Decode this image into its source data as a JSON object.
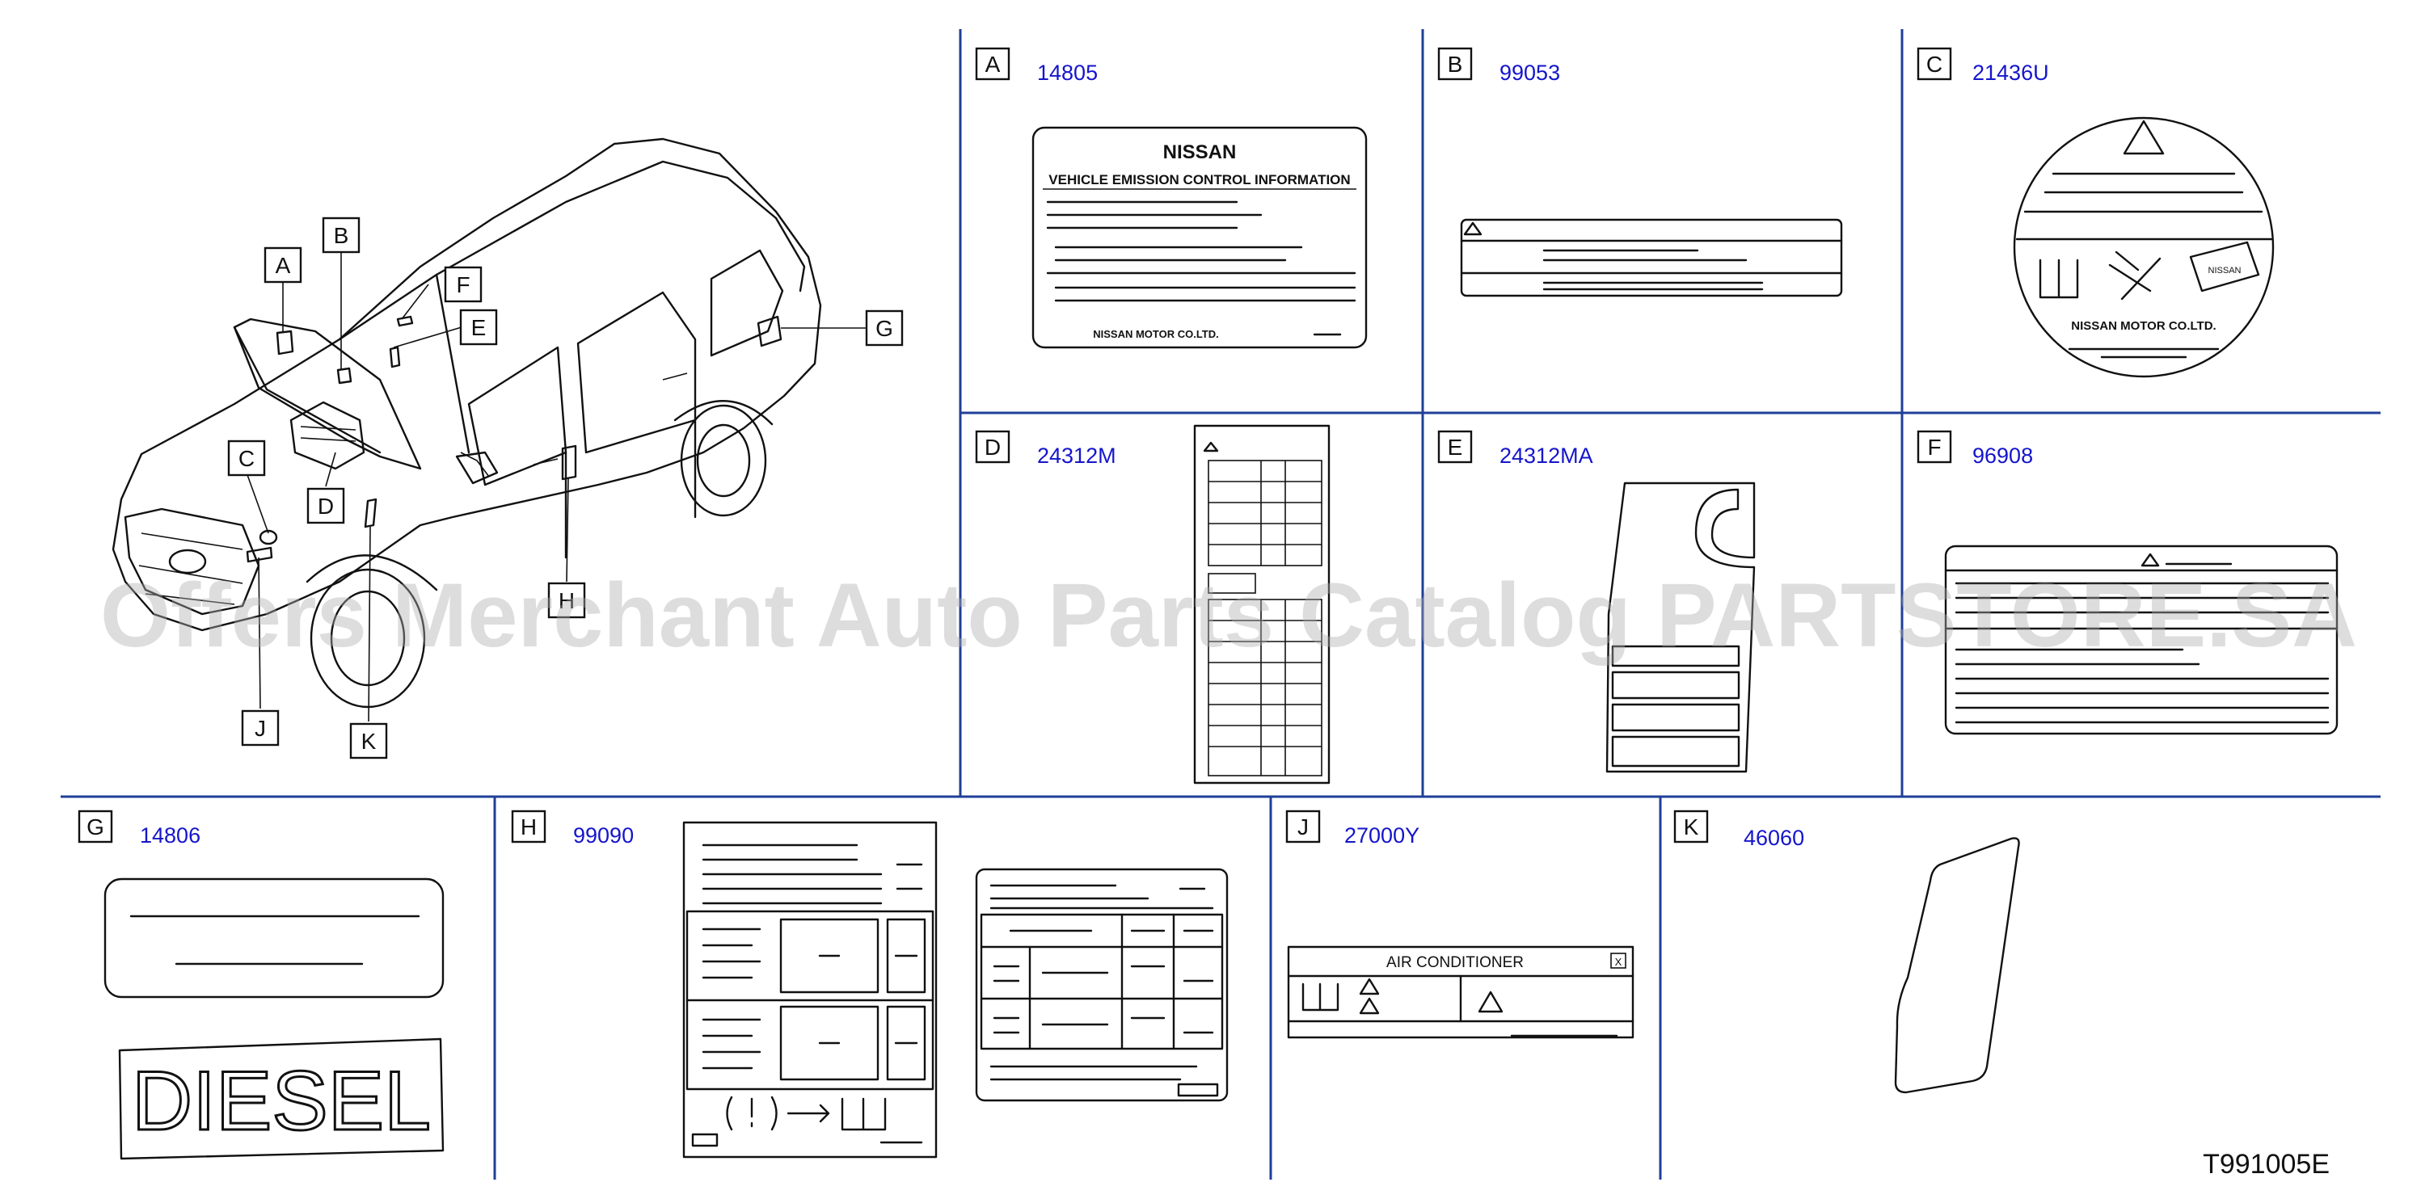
{
  "callouts": [
    "A",
    "B",
    "C",
    "D",
    "E",
    "F",
    "G",
    "H",
    "J",
    "K"
  ],
  "panels": [
    {
      "letter": "A",
      "code": "14805"
    },
    {
      "letter": "B",
      "code": "99053"
    },
    {
      "letter": "C",
      "code": "21436U"
    },
    {
      "letter": "D",
      "code": "24312M"
    },
    {
      "letter": "E",
      "code": "24312MA"
    },
    {
      "letter": "F",
      "code": "96908"
    },
    {
      "letter": "G",
      "code": "14806"
    },
    {
      "letter": "H",
      "code": "99090"
    },
    {
      "letter": "J",
      "code": "27000Y"
    },
    {
      "letter": "K",
      "code": "46060"
    }
  ],
  "label_text": {
    "nissan_logo": "NISSAN",
    "emission_title": "VEHICLE EMISSION CONTROL INFORMATION",
    "maker": "NISSAN MOTOR CO.LTD.",
    "tag_text": "NISSAN",
    "diesel": "DIESEL",
    "ac_title": "AIR CONDITIONER",
    "ac_x": "X"
  },
  "watermark": "Offers Merchant Auto Parts Catalog PARTSTORE.SA",
  "figure_id": "T991005E",
  "colors": {
    "grid": "#1f3f98",
    "code": "#1515cc",
    "line": "#111111"
  }
}
